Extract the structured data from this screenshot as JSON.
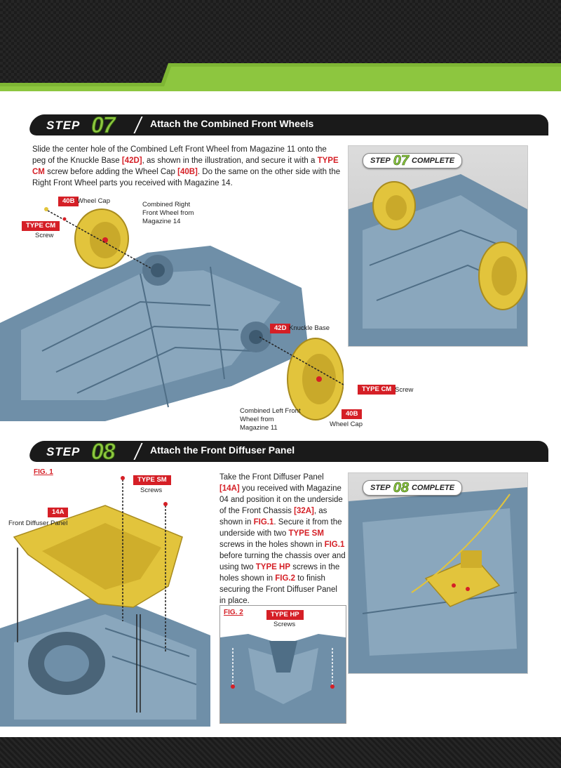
{
  "step07": {
    "word": "STEP",
    "number": "07",
    "title": "Attach the Combined Front Wheels",
    "body": {
      "p1": "Slide the center hole of the Combined Left Front Wheel from Magazine 11 onto the peg of the Knuckle Base ",
      "r1": "[42D]",
      "p2": ", as shown in the illustration, and secure it with a ",
      "r2": "TYPE CM",
      "p3": " screw before adding the Wheel Cap ",
      "r3": "[40B]",
      "p4": ". Do the same on the other side with the Right Front Wheel parts you received with Magazine 14."
    },
    "complete_word": "STEP",
    "complete_number": "07",
    "complete_suffix": "COMPLETE",
    "labels": {
      "tag_40b": "40B",
      "wheel_cap": "Wheel Cap",
      "tag_typecm": "TYPE CM",
      "screw": "Screw",
      "right_wheel": "Combined Right Front Wheel from Magazine 14",
      "tag_42d": "42D",
      "knuckle_base": "Knuckle Base",
      "tag_typecm_2": "TYPE CM",
      "screw_2": "Screw",
      "left_wheel": "Combined Left Front Wheel from Magazine 11",
      "tag_40b_2": "40B",
      "wheel_cap_2": "Wheel Cap"
    }
  },
  "step08": {
    "word": "STEP",
    "number": "08",
    "title": "Attach the Front Diffuser Panel",
    "body": {
      "p1": "Take the Front Diffuser Panel ",
      "r1": "[14A]",
      "p2": " you received with Magazine 04 and position it on the underside of the Front Chassis ",
      "r2": "[32A]",
      "p3": ", as shown in ",
      "r3": "FIG.1",
      "p4": ". Secure it from the underside with two ",
      "r4": "TYPE SM",
      "p5": " screws in the holes shown in ",
      "r5": "FIG.1",
      "p6": " before turning the chassis over and using two ",
      "r6": "TYPE HP",
      "p7": " screws in the holes shown in ",
      "r7": "FIG.2",
      "p8": " to finish securing the Front Diffuser Panel in place."
    },
    "complete_word": "STEP",
    "complete_number": "08",
    "complete_suffix": "COMPLETE",
    "labels": {
      "fig1": "FIG. 1",
      "tag_typesm": "TYPE SM",
      "screws_sm": "Screws",
      "tag_14a": "14A",
      "front_diffuser_panel": "Front Diffuser Panel",
      "fig2": "FIG. 2",
      "tag_typehp": "TYPE HP",
      "screws_hp": "Screws"
    }
  },
  "colors": {
    "accent_green": "#8dc63f",
    "accent_red": "#d51f26",
    "part_yellow": "#e2c43c",
    "chassis_blue": "#6f8fa8",
    "bar_dark": "#1a1a1a"
  }
}
